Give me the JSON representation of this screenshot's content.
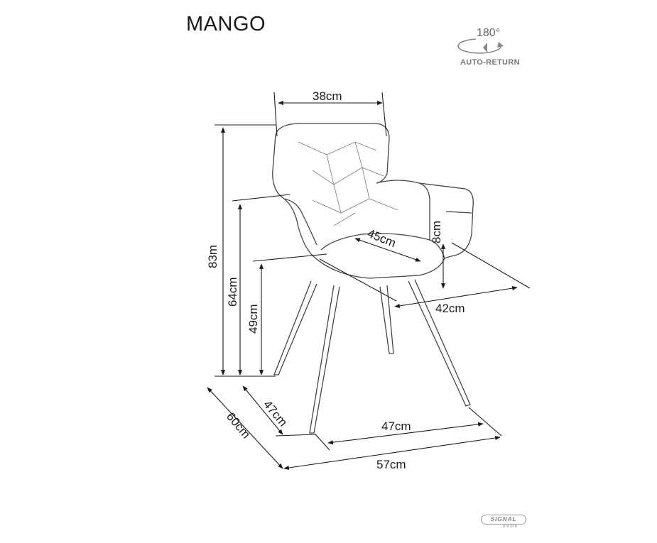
{
  "title": "MANGO",
  "rotation_badge": {
    "degrees": "180°",
    "label": "AUTO-RETURN",
    "icon": "rotate-arrows-icon"
  },
  "dimensions": {
    "top_width": "38cm",
    "total_height": "83m",
    "armrest_height": "64cm",
    "seat_height": "49cm",
    "seat_depth": "45cm",
    "armrest_thickness": "8cm",
    "arm_depth": "42cm",
    "leg_depth": "47cm",
    "total_depth": "60cm",
    "leg_width": "47cm",
    "total_width": "57cm"
  },
  "brand": {
    "name": "SIGNAL",
    "subtitle": "meble"
  }
}
